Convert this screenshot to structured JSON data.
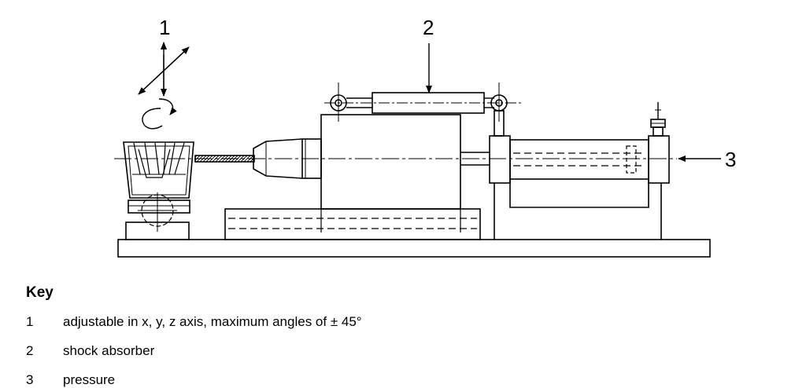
{
  "diagram": {
    "callouts": [
      {
        "id": "1",
        "label": "1"
      },
      {
        "id": "2",
        "label": "2"
      },
      {
        "id": "3",
        "label": "3"
      }
    ]
  },
  "key": {
    "title": "Key",
    "items": [
      {
        "num": "1",
        "text": "adjustable in x, y, z axis, maximum angles of ± 45°"
      },
      {
        "num": "2",
        "text": "shock absorber"
      },
      {
        "num": "3",
        "text": "pressure"
      }
    ]
  }
}
